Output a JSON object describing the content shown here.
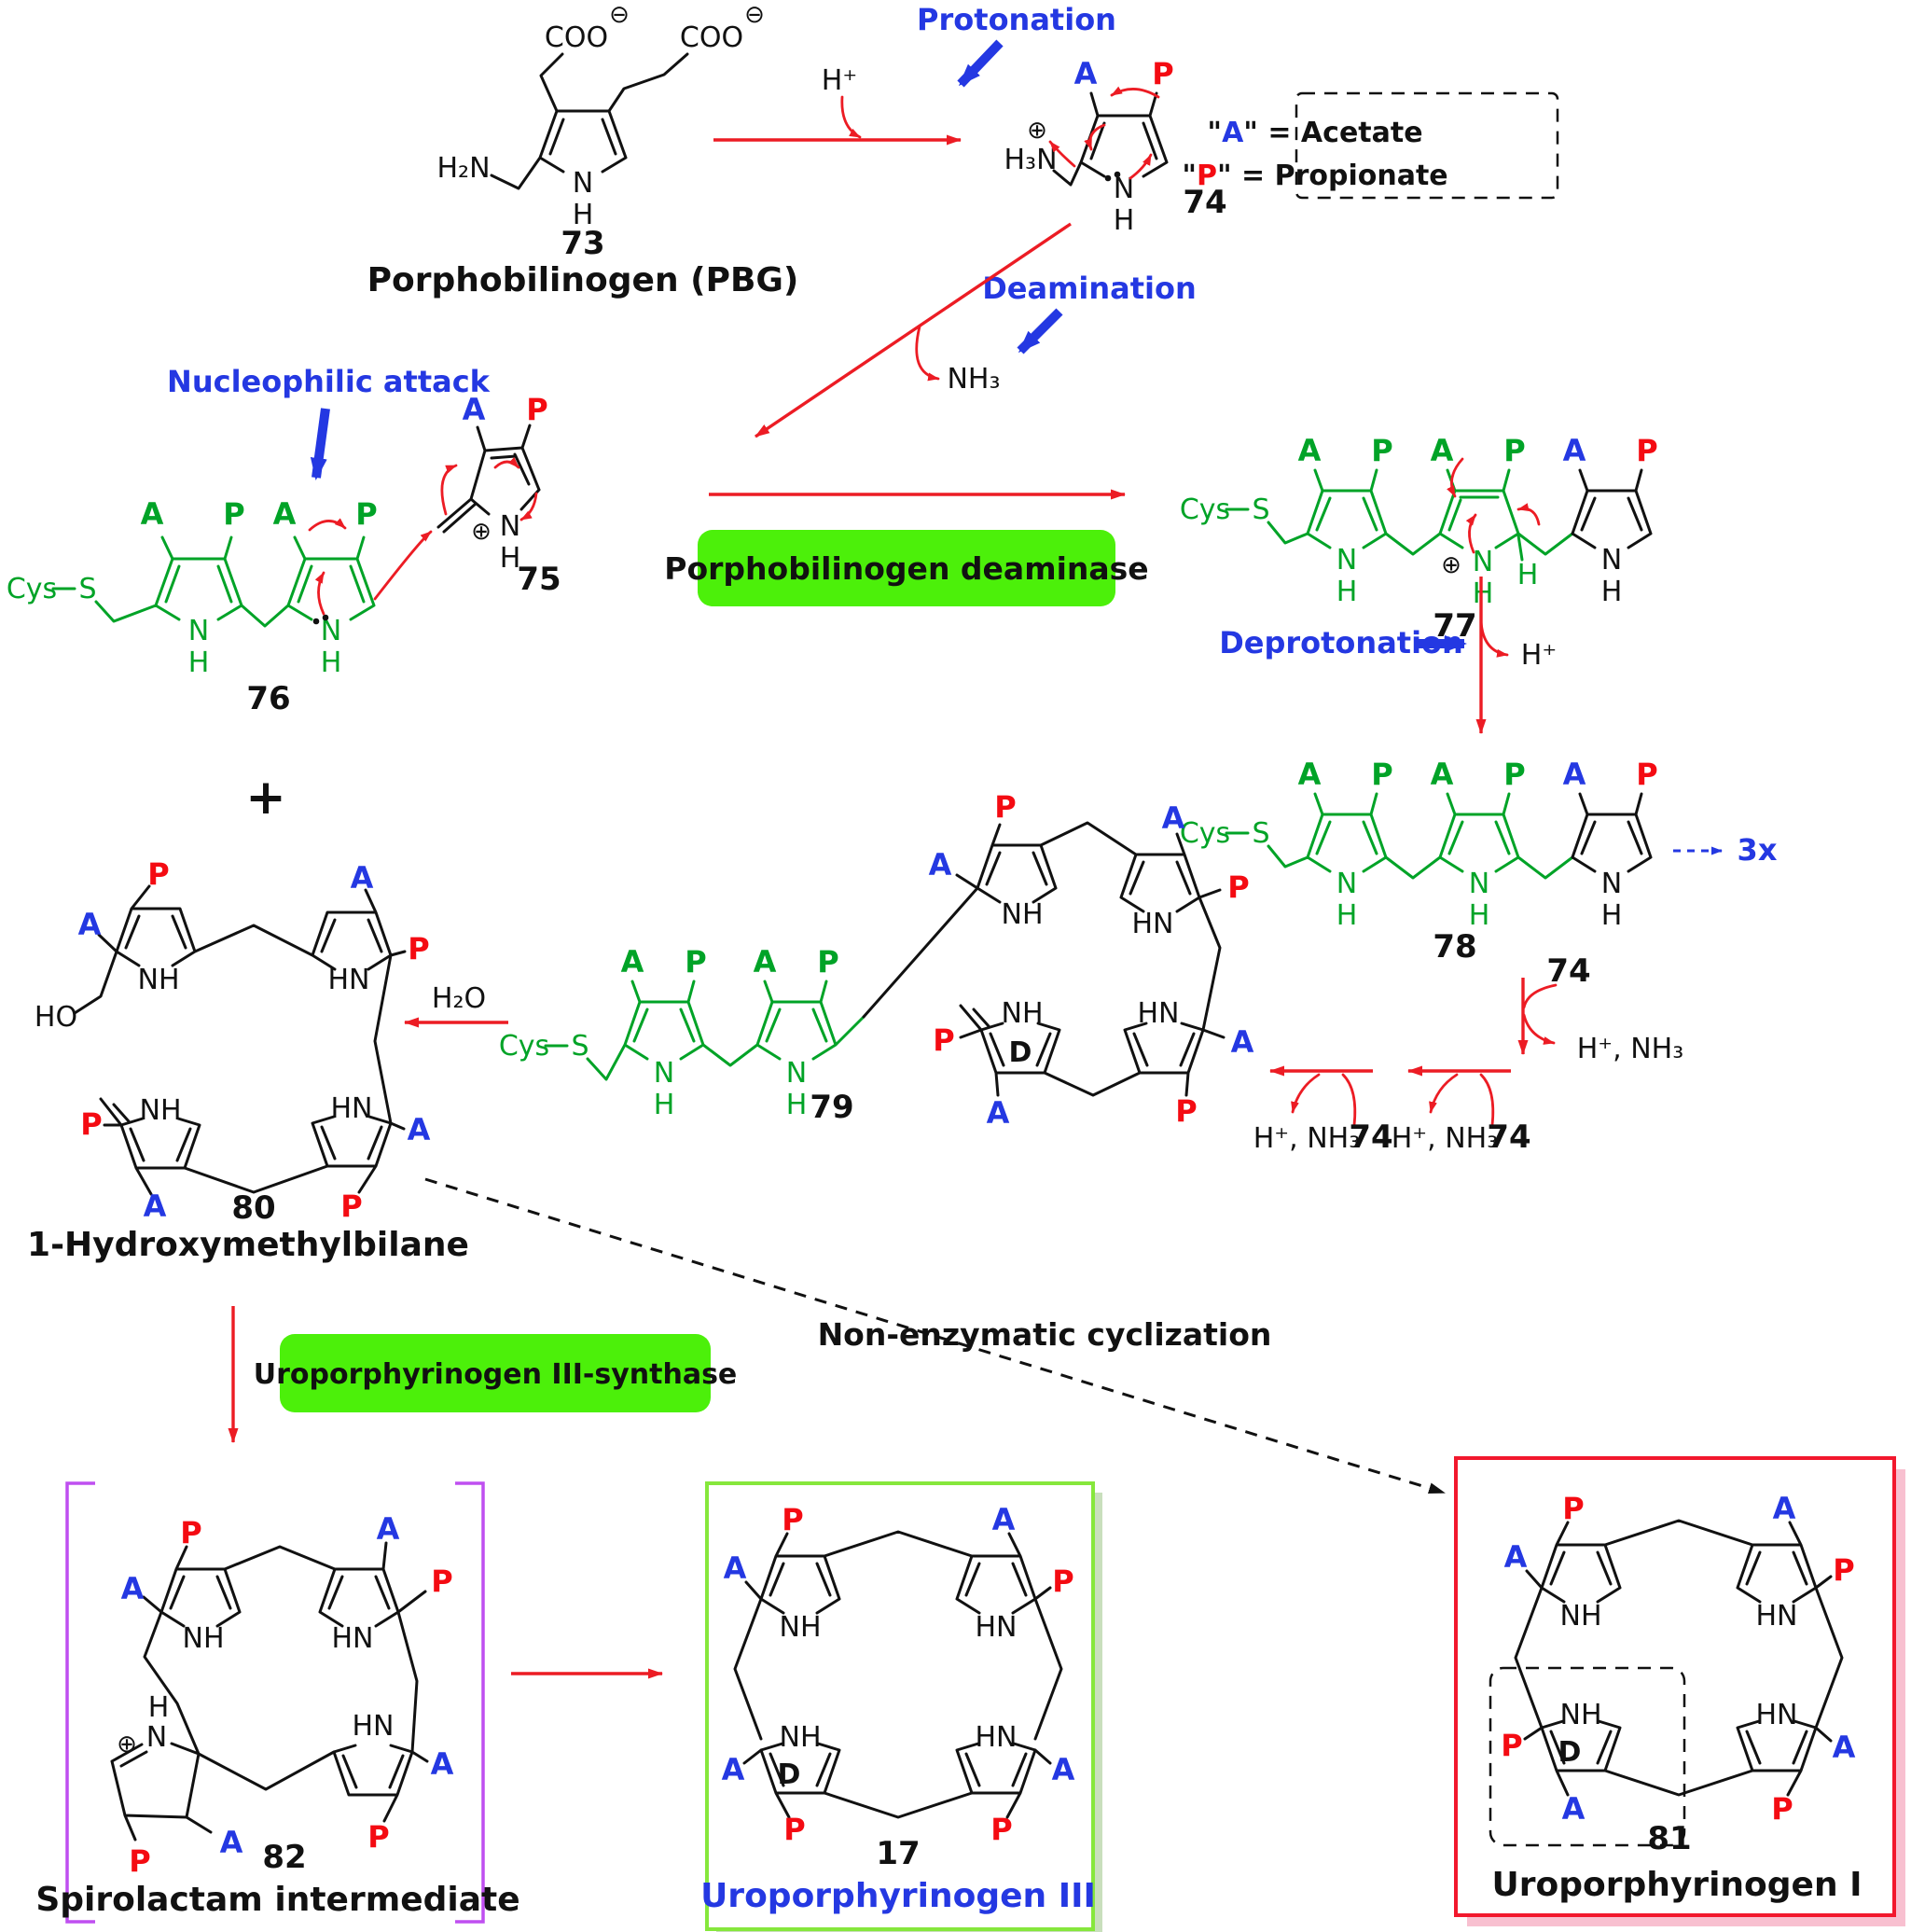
{
  "steps": {
    "protonation": "Protonation",
    "deamination": "Deamination",
    "nucleophilic_attack": "Nucleophilic attack",
    "deprotonation": "Deprotonation",
    "non_enzymatic_cyclization": "Non-enzymatic cyclization"
  },
  "enzymes": {
    "pbg_deaminase": "Porphobilinogen deaminase",
    "uroiii_synthase": "Uroporphyrinogen III-synthase"
  },
  "legend": {
    "open_quote": "\"",
    "a": "A",
    "a_rest": "\" = Acetate",
    "p": "P",
    "p_rest": "\" = Propionate"
  },
  "species": {
    "h_plus": "H⁺",
    "nh3": "NH₃",
    "h2o": "H₂O",
    "h_plus_nh3": "H⁺, NH₃",
    "three_x": "3x",
    "plus_sign": "+"
  },
  "atoms": {
    "n": "N",
    "h": "H",
    "nh": "NH",
    "hn": "HN",
    "h2n": "H₂N",
    "h3n": "H₃N",
    "ho": "HO",
    "coo": "COO",
    "cys": "Cys",
    "s": "S",
    "minus_circle": "⊖",
    "plus_circle": "⊕"
  },
  "substituents": {
    "acetate": "A",
    "propionate": "P",
    "ring_d": "D"
  },
  "compounds": {
    "c73": {
      "num": "73",
      "name": "Porphobilinogen (PBG)"
    },
    "c74": {
      "num": "74"
    },
    "c75": {
      "num": "75"
    },
    "c76": {
      "num": "76"
    },
    "c77": {
      "num": "77"
    },
    "c78": {
      "num": "78"
    },
    "c79": {
      "num": "79"
    },
    "c80": {
      "num": "80",
      "name": "1-Hydroxymethylbilane"
    },
    "c81": {
      "num": "81",
      "name": "Uroporphyrinogen I"
    },
    "c17": {
      "num": "17",
      "name": "Uroporphyrinogen III"
    },
    "c82": {
      "num": "82",
      "name": "Spirolactam intermediate"
    }
  },
  "colors": {
    "acetate_blue": "#2438e2",
    "propionate_red": "#f40b12",
    "structure_green": "#00a327",
    "arrow_red": "#ec1c24",
    "enzyme_box_green": "#4cf00a",
    "uroiii_box_green": "#86e73c",
    "uroi_box_red": "#f2182d",
    "bracket_magenta": "#bf4ff0"
  }
}
